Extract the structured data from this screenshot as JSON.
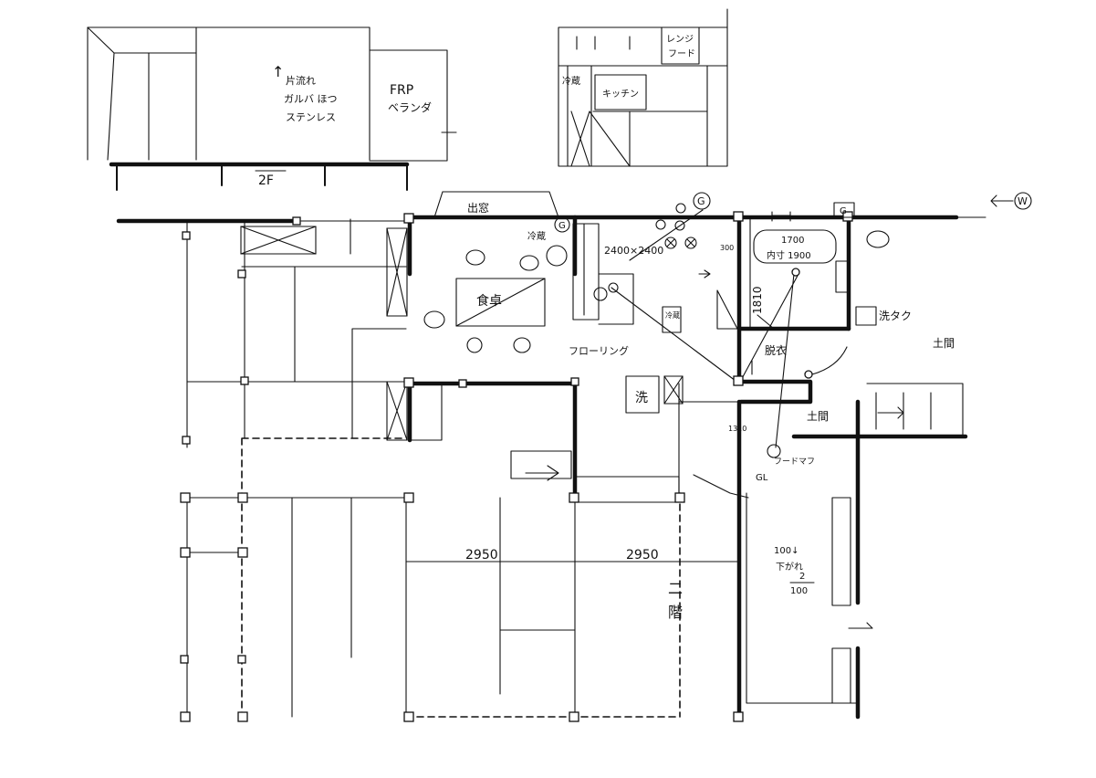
{
  "labels": {
    "floor2": "2F",
    "roof_note_arrow": "↑",
    "roof_note_1": "片流れ",
    "roof_note_2": "ガルバ ほつ",
    "roof_note_3": "ステンレス",
    "frp_1": "FRP",
    "frp_2": "ベランダ",
    "range_1": "レンジ",
    "range_2": "フード",
    "kitchen_label": "キッチン",
    "fridge": "冷蔵",
    "kitchen_size": "2400×2400",
    "dim_300": "300",
    "bath_size_1": "1700",
    "bath_size_2": "内寸 1900",
    "dim_1810": "1810",
    "dim_1310": "1310",
    "laundry": "洗タク",
    "dressing": "脱衣",
    "doma_1": "土間",
    "doma_2": "土間",
    "dining_table": "食卓",
    "flooring": "フローリング",
    "bay_window": "出窓",
    "lavatory": "洗",
    "dim_2950_a": "2950",
    "dim_2950_b": "2950",
    "second_floor_1": "二",
    "second_floor_2": "階",
    "fraction_top": "2",
    "fraction_bottom": "100",
    "slope_note_1": "100↓",
    "slope_note_2": "下がれ",
    "gl": "GL",
    "footnote": "フードマフ",
    "w_mark": "W",
    "g_mark": "G"
  },
  "icons": [
    "gas-meter-icon",
    "water-meter-icon",
    "stair-arrow-icon",
    "door-swing-icon"
  ]
}
